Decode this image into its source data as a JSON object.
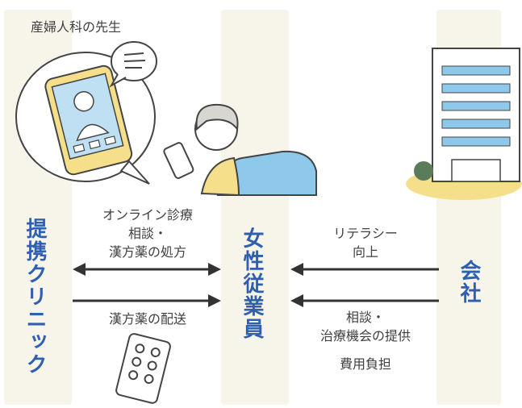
{
  "doctor_caption": "産婦人科の先生",
  "columns": {
    "left": "提携クリニック",
    "middle": "女性従業員",
    "right": "会社"
  },
  "clinic_to_employee": {
    "top_label_lines": [
      "オンライン診療",
      "相談・",
      "漢方薬の処方"
    ],
    "bottom_label": "漢方薬の配送"
  },
  "company_to_employee": {
    "top_label_lines": [
      "リテラシー",
      "向上"
    ],
    "bottom_label_lines": [
      "相談・",
      "治療機会の提供"
    ],
    "extra_label": "費用負担"
  },
  "colors": {
    "title_blue": "#2f5fb0",
    "column_bg": "#f7f4ea",
    "accent_yellow": "#f6df8a",
    "window_blue": "#8ec8ea"
  }
}
